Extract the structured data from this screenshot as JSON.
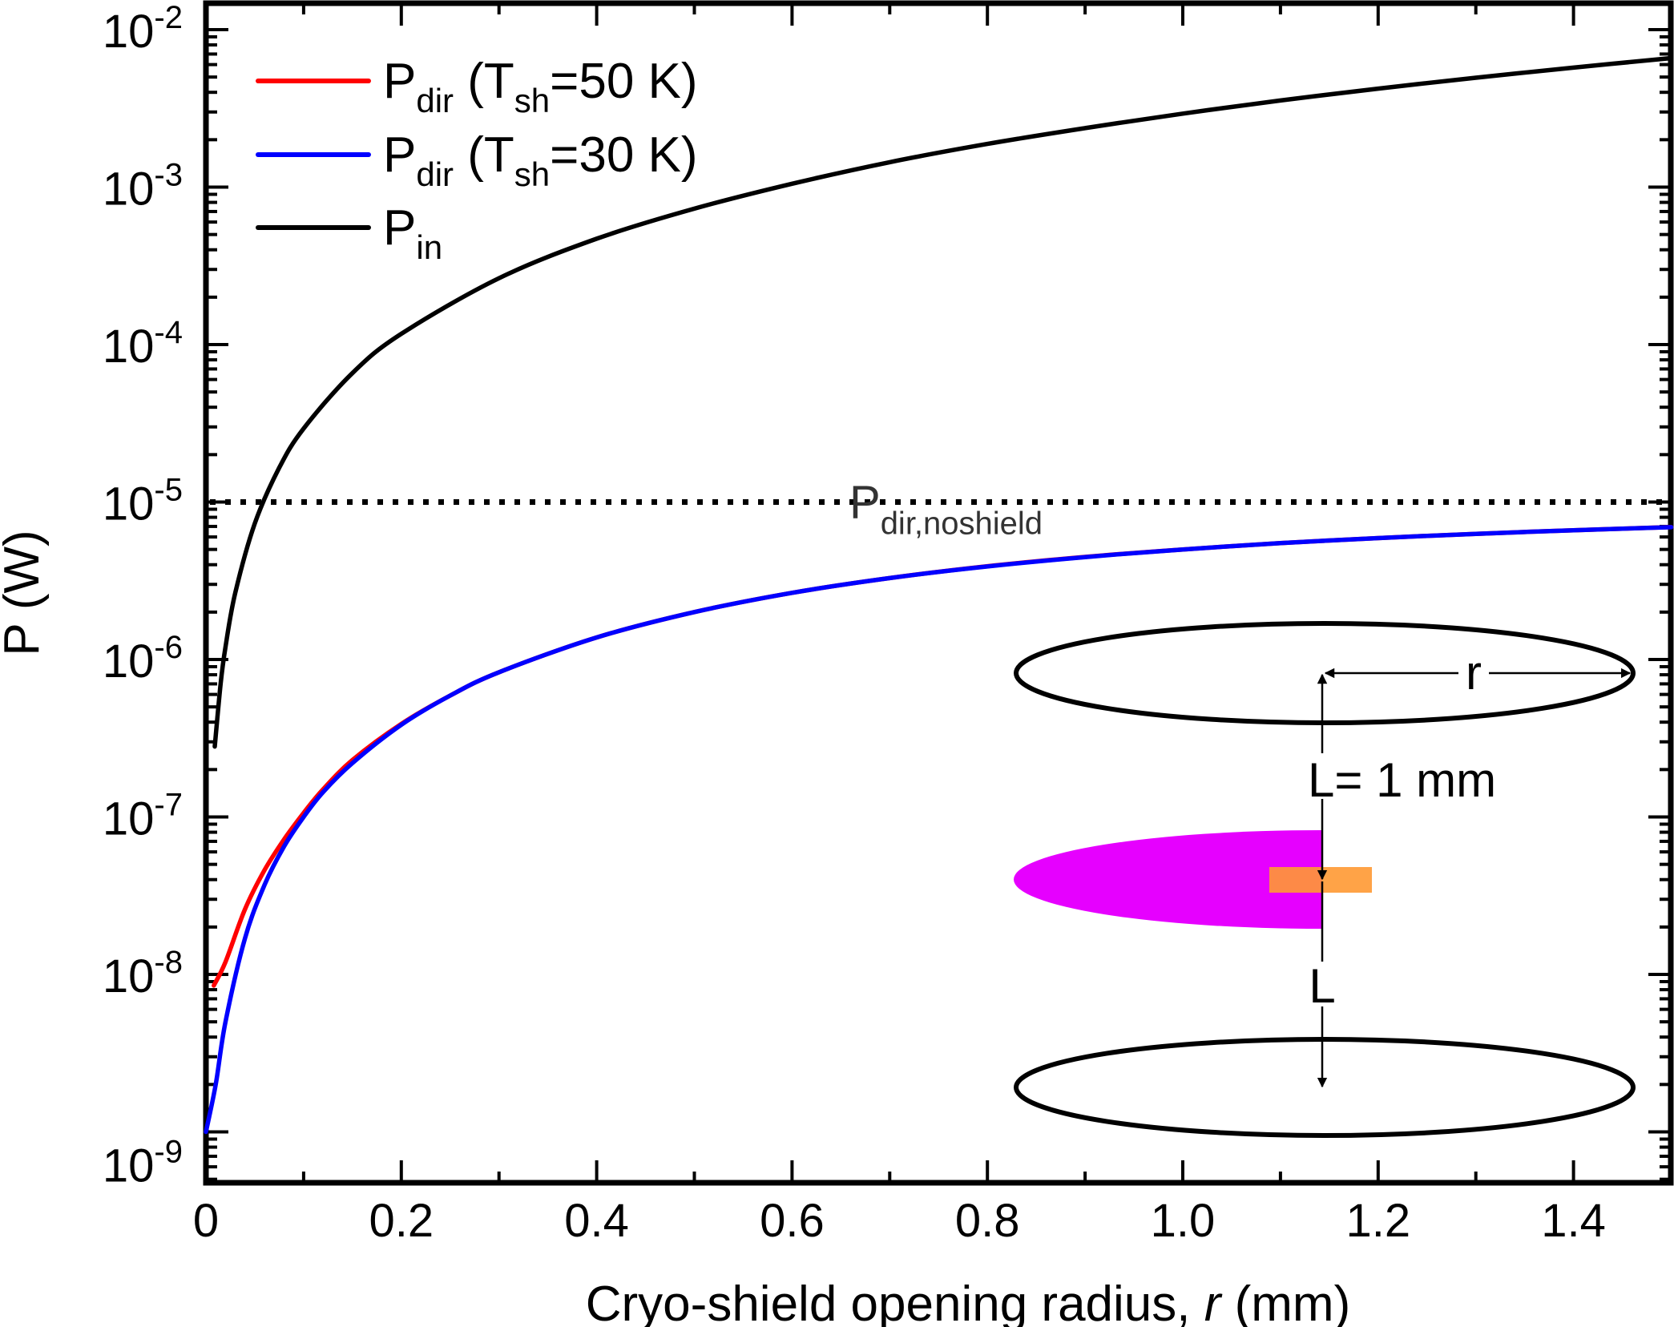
{
  "chart_data": {
    "type": "line",
    "title": "",
    "xlabel": "Cryo-shield opening radius, r (mm)",
    "xlabel_parts": {
      "pre": "Cryo-shield opening radius, ",
      "italic": "r",
      "post": " (mm)"
    },
    "ylabel": "P (W)",
    "xscale": "linear",
    "yscale": "log",
    "xlim": [
      0,
      1.5
    ],
    "ylim": [
      4.8e-10,
      0.0115
    ],
    "x_ticks": [
      {
        "value": 0,
        "label": "0"
      },
      {
        "value": 0.2,
        "label": "0.2"
      },
      {
        "value": 0.4,
        "label": "0.4"
      },
      {
        "value": 0.6,
        "label": "0.6"
      },
      {
        "value": 0.8,
        "label": "0.8"
      },
      {
        "value": 1.0,
        "label": "1.0"
      },
      {
        "value": 1.2,
        "label": "1.2"
      },
      {
        "value": 1.4,
        "label": "1.4"
      }
    ],
    "y_ticks": [
      {
        "exp": -2,
        "base": "10",
        "sup": "-2"
      },
      {
        "exp": -3,
        "base": "10",
        "sup": "-3"
      },
      {
        "exp": -4,
        "base": "10",
        "sup": "-4"
      },
      {
        "exp": -5,
        "base": "10",
        "sup": "-5"
      },
      {
        "exp": -6,
        "base": "10",
        "sup": "-6"
      },
      {
        "exp": -7,
        "base": "10",
        "sup": "-7"
      },
      {
        "exp": -8,
        "base": "10",
        "sup": "-8"
      },
      {
        "exp": -9,
        "base": "10",
        "sup": "-9"
      }
    ],
    "grid": false,
    "legend_position": "upper-left",
    "series": [
      {
        "name": "P_dir (T_sh=50 K)",
        "legend": {
          "main": "P",
          "sub": "dir",
          "mid": " (T",
          "sub2": "sh",
          "tail": "=50 K)"
        },
        "color": "#ff0000",
        "x": [
          0.008,
          0.02,
          0.04,
          0.06,
          0.08,
          0.1,
          0.12,
          0.15,
          0.2,
          0.25,
          0.3,
          0.4,
          0.5,
          0.6,
          0.7,
          0.8,
          0.9,
          1.0,
          1.1,
          1.2,
          1.3,
          1.4,
          1.5
        ],
        "y": [
          8.5e-09,
          1.2e-08,
          2.6e-08,
          4.6e-08,
          7.2e-08,
          1.06e-07,
          1.5e-07,
          2.3e-07,
          3.9e-07,
          5.9e-07,
          8.3e-07,
          1.38e-06,
          2e-06,
          2.65e-06,
          3.29e-06,
          3.91e-06,
          4.48e-06,
          5e-06,
          5.48e-06,
          5.9e-06,
          6.28e-06,
          6.62e-06,
          6.93e-06
        ]
      },
      {
        "name": "P_dir (T_sh=30 K)",
        "legend": {
          "main": "P",
          "sub": "dir",
          "mid": " (T",
          "sub2": "sh",
          "tail": "=30 K)"
        },
        "color": "#0000ff",
        "x": [
          0,
          0.01,
          0.02,
          0.04,
          0.06,
          0.08,
          0.1,
          0.12,
          0.15,
          0.2,
          0.25,
          0.3,
          0.4,
          0.5,
          0.6,
          0.7,
          0.8,
          0.9,
          1.0,
          1.1,
          1.2,
          1.3,
          1.4,
          1.5
        ],
        "y": [
          1e-09,
          2e-09,
          5e-09,
          1.7e-08,
          3.7e-08,
          6.5e-08,
          1e-07,
          1.44e-07,
          2.2e-07,
          3.85e-07,
          5.9e-07,
          8.3e-07,
          1.38e-06,
          2e-06,
          2.65e-06,
          3.29e-06,
          3.9e-06,
          4.47e-06,
          5e-06,
          5.48e-06,
          5.9e-06,
          6.28e-06,
          6.62e-06,
          6.92e-06
        ]
      },
      {
        "name": "P_in",
        "legend": {
          "main": "P",
          "sub": "in",
          "mid": "",
          "sub2": "",
          "tail": ""
        },
        "color": "#000000",
        "x": [
          0.009,
          0.015,
          0.02,
          0.03,
          0.05,
          0.075,
          0.1,
          0.15,
          0.2,
          0.3,
          0.4,
          0.5,
          0.6,
          0.7,
          0.8,
          0.9,
          1.0,
          1.1,
          1.2,
          1.3,
          1.4,
          1.5
        ],
        "y": [
          2.8e-07,
          7e-07,
          1.2e-06,
          2.65e-06,
          7.3e-06,
          1.65e-05,
          2.93e-05,
          6.6e-05,
          0.000117,
          0.000264,
          0.00047,
          0.00073,
          0.00105,
          0.00144,
          0.00188,
          0.00237,
          0.00293,
          0.00355,
          0.00422,
          0.00495,
          0.00574,
          0.0066
        ]
      }
    ],
    "reference_lines": [
      {
        "name": "P_dir,noshield",
        "y": 1e-05,
        "style": "dotted",
        "color": "#000000",
        "label": {
          "main": "P",
          "sub": "dir,noshield"
        },
        "label_color": "#333333"
      }
    ],
    "inset": {
      "description": "Schematic of two cryo-shield apertures of radius r separated from the detector by distance L",
      "labels": {
        "radius": "r",
        "distance_top": "L= 1 mm",
        "distance_bottom": "L"
      },
      "colors": {
        "detector_beam": "#e600ff",
        "sample": "#ff9933",
        "aperture": "#000000"
      }
    }
  }
}
